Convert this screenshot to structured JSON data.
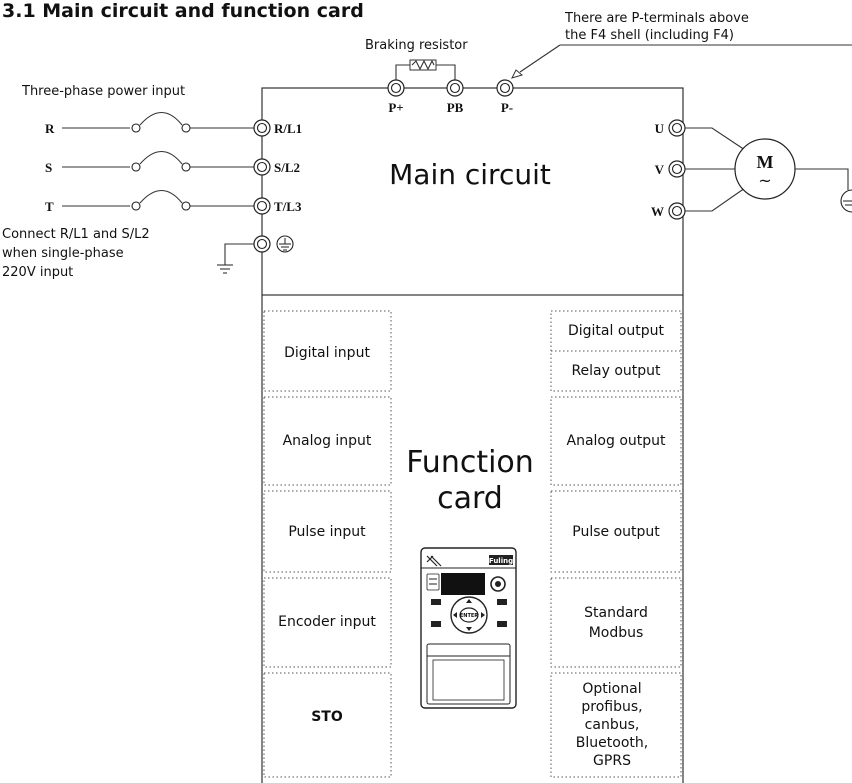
{
  "heading": "3.1  Main circuit and function card",
  "notes": {
    "braking_resistor": "Braking resistor",
    "p_terminals_line1": "There are P-terminals above",
    "p_terminals_line2": "the F4 shell (including F4)",
    "power_input": "Three-phase power input",
    "single_phase_line1": "Connect R/L1 and S/L2",
    "single_phase_line2": "when single-phase",
    "single_phase_line3": "220V input"
  },
  "main_circuit": {
    "title": "Main circuit",
    "input_phases": [
      "R",
      "S",
      "T"
    ],
    "input_terminals": [
      "R/L1",
      "S/L2",
      "T/L3"
    ],
    "dc_terminals": [
      "P+",
      "PB",
      "P-"
    ],
    "output_terminals": [
      "U",
      "V",
      "W"
    ],
    "motor_label": "M",
    "motor_symbol": "~"
  },
  "function_card": {
    "title_line1": "Function",
    "title_line2": "card",
    "left_items": [
      "Digital input",
      "Analog input",
      "Pulse input",
      "Encoder input",
      "STO"
    ],
    "right_items": {
      "digital_output": "Digital output",
      "relay_output": "Relay output",
      "analog_output": "Analog output",
      "pulse_output": "Pulse output",
      "standard_line1": "Standard",
      "standard_line2": "Modbus",
      "optional_lines": [
        "Optional",
        "profibus,",
        "canbus,",
        "Bluetooth,",
        "GPRS"
      ]
    },
    "keypad": {
      "brand": "Fuling",
      "enter_key": "ENTER"
    }
  }
}
